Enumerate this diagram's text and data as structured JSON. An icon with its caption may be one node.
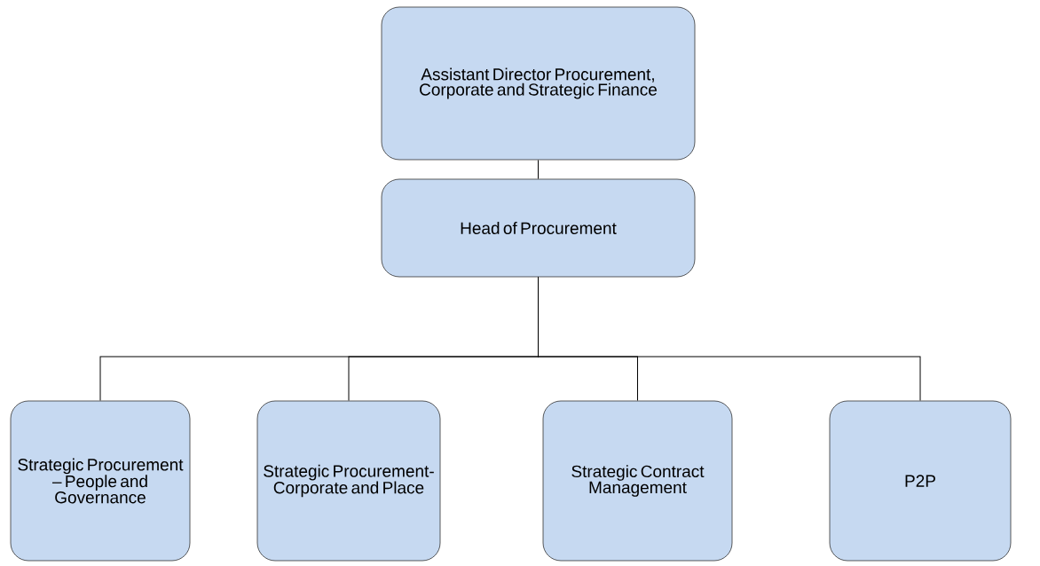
{
  "diagram": {
    "nodes": [
      {
        "text": [
          "Assistant Director Procurement, Corporate and Strategic Finance"
        ]
      },
      {
        "text": [
          "Head of Procurement"
        ]
      },
      {
        "text": [
          "Strategic Procurement – People and Governance"
        ]
      },
      {
        "text": [
          "Strategic Procurement- Corporate and Place"
        ]
      },
      {
        "text": [
          "Strategic Contract Management"
        ]
      },
      {
        "text": [
          "P2P"
        ]
      }
    ],
    "edges": [
      {
        "from": 0,
        "to": 1,
        "arrow": "none"
      },
      {
        "from": 1,
        "to": 2,
        "arrow": "none"
      },
      {
        "from": 1,
        "to": 3,
        "arrow": "none"
      },
      {
        "from": 1,
        "to": 4,
        "arrow": "none"
      },
      {
        "from": 1,
        "to": 5,
        "arrow": "none"
      }
    ]
  }
}
